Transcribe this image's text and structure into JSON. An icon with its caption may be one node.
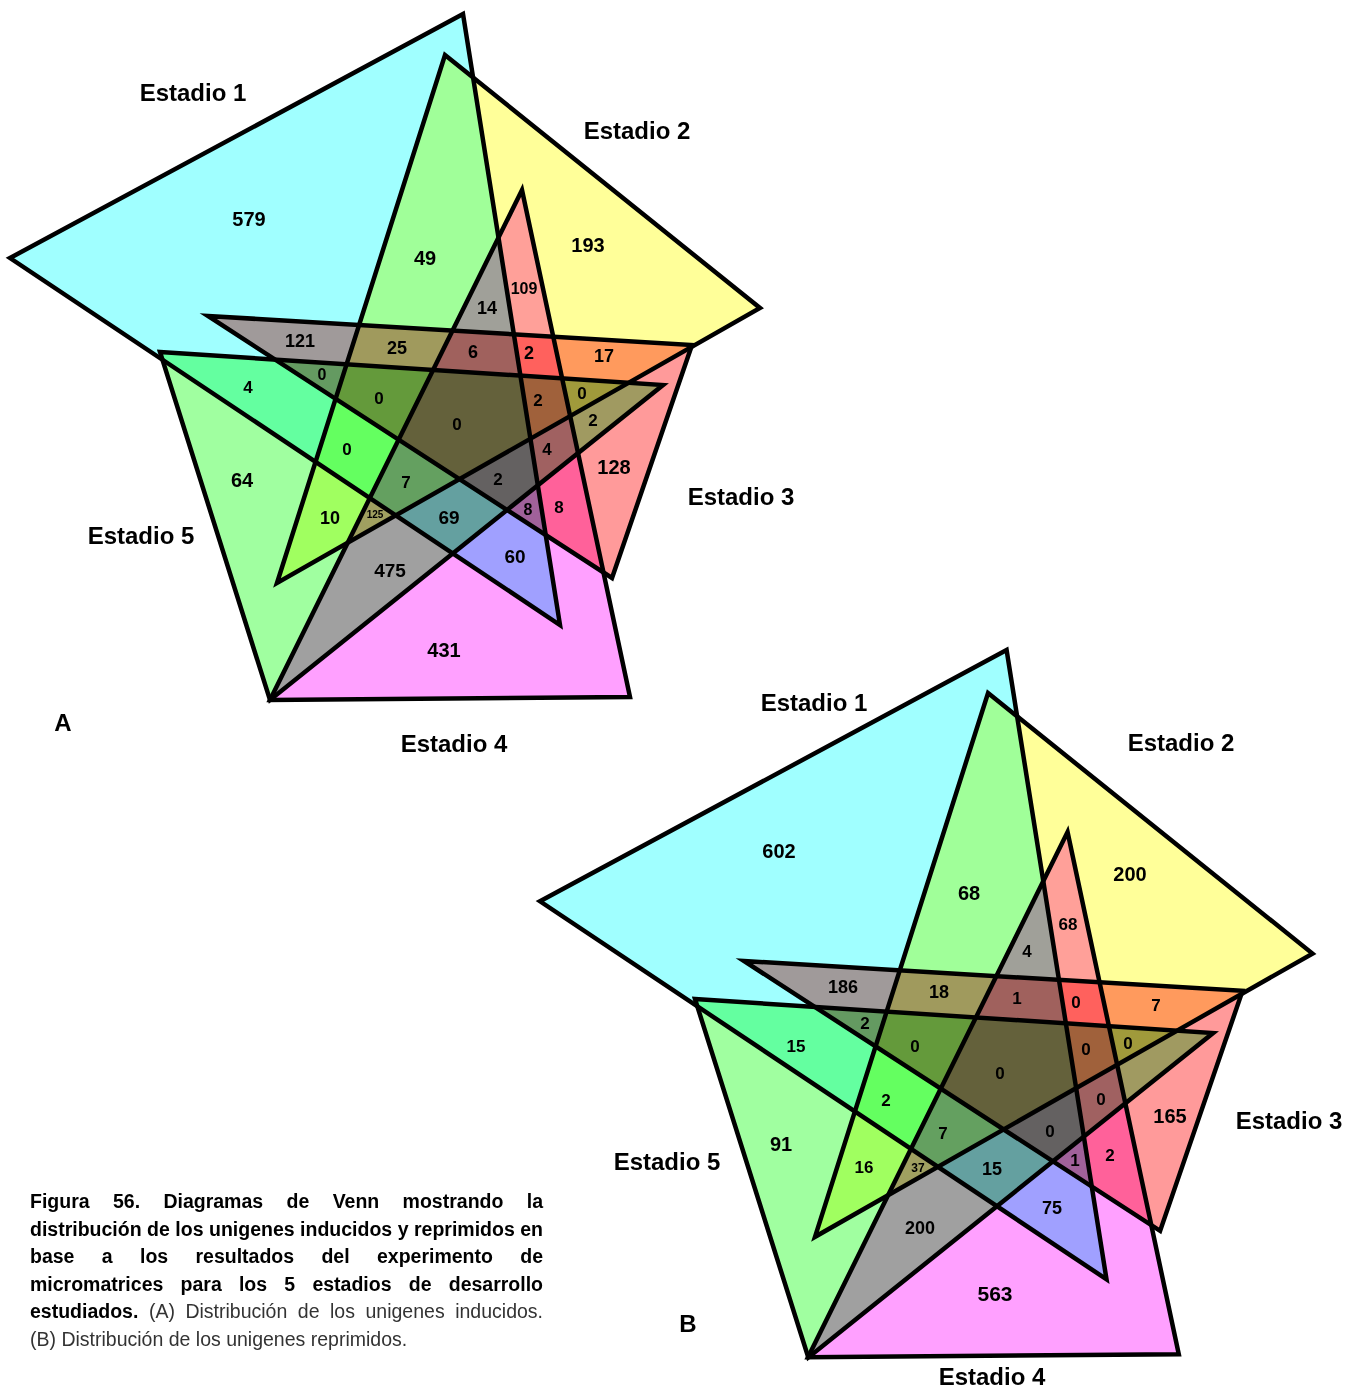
{
  "diagram": {
    "caption": "**Figura 56. Diagramas de Venn mostrando la distribución de los unigenes inducidos y reprimidos en base a los resultados del experimento de micromatrices para los 5 estadios de desarrollo estudiados.** (A) Distribución de los unigenes inducidos. (B) Distribución de los unigenes reprimidos.",
    "nodes": [
      {
        "text": [
          "Estadio 1"
        ]
      },
      {
        "text": [
          "Estadio 2"
        ]
      },
      {
        "text": [
          "Estadio 3"
        ]
      },
      {
        "text": [
          "Estadio 4"
        ]
      },
      {
        "text": [
          "Estadio 5"
        ]
      },
      {
        "text": [
          "Estadio 1"
        ]
      },
      {
        "text": [
          "Estadio 2"
        ]
      },
      {
        "text": [
          "Estadio 3"
        ]
      },
      {
        "text": [
          "Estadio 4"
        ]
      },
      {
        "text": [
          "Estadio 5"
        ]
      }
    ],
    "labels": [
      "579",
      "193",
      "49",
      "109",
      "14",
      "121",
      "25",
      "6",
      "2",
      "17",
      "0",
      "4",
      "0",
      "0",
      "2",
      "2",
      "0",
      "0",
      "4",
      "128",
      "2",
      "64",
      "7",
      "8",
      "8",
      "125",
      "69",
      "10",
      "60",
      "475",
      "431",
      "A",
      "602",
      "200",
      "68",
      "68",
      "4",
      "186",
      "18",
      "1",
      "0",
      "7",
      "2",
      "15",
      "0",
      "0",
      "0",
      "0",
      "0",
      "2",
      "7",
      "165",
      "0",
      "91",
      "16",
      "37",
      "15",
      "1",
      "2",
      "75",
      "200",
      "563",
      "B"
    ]
  }
}
